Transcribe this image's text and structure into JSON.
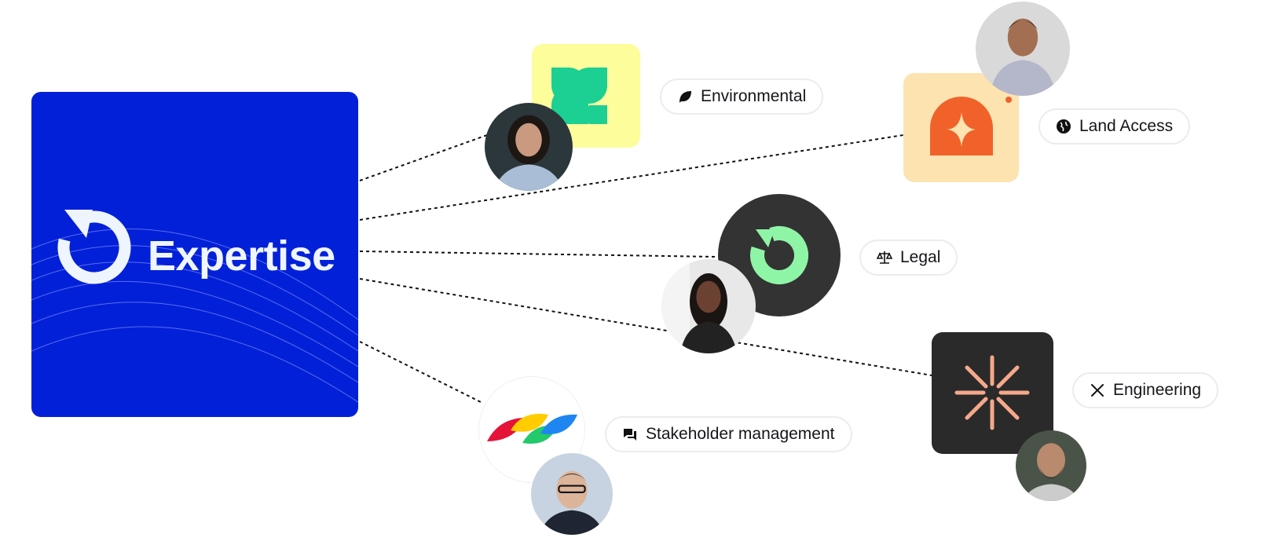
{
  "hub": {
    "title": "Expertise"
  },
  "categories": [
    {
      "label": "Environmental",
      "icon": "leaf-icon"
    },
    {
      "label": "Land Access",
      "icon": "globe-icon"
    },
    {
      "label": "Legal",
      "icon": "scale-icon"
    },
    {
      "label": "Engineering",
      "icon": "tools-icon"
    },
    {
      "label": "Stakeholder management",
      "icon": "chat-icon"
    }
  ],
  "colors": {
    "hub": "#0320d9",
    "env_tile": "#fdfd9c",
    "env_logo": "#1ccf93",
    "land_tile": "#fde3b0",
    "land_logo": "#f0622a",
    "legal_logo": "#8ff5a6",
    "eng_logo": "#f6a88a"
  }
}
